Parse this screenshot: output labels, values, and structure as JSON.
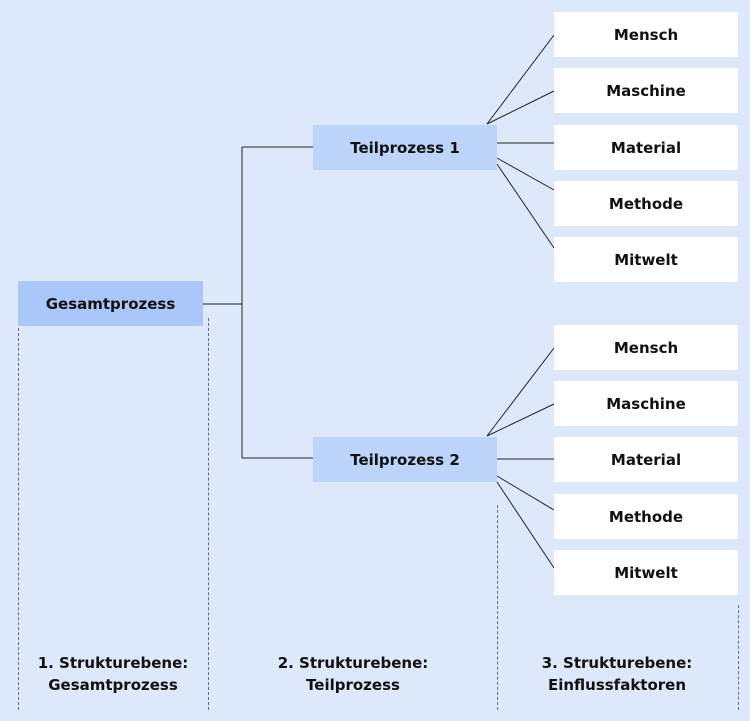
{
  "root": {
    "label": "Gesamtprozess"
  },
  "subprocesses": [
    {
      "label": "Teilprozess 1",
      "factors": [
        "Mensch",
        "Maschine",
        "Material",
        "Methode",
        "Mitwelt"
      ]
    },
    {
      "label": "Teilprozess 2",
      "factors": [
        "Mensch",
        "Maschine",
        "Material",
        "Methode",
        "Mitwelt"
      ]
    }
  ],
  "levels": [
    {
      "line1": "1. Strukturebene:",
      "line2": "Gesamtprozess"
    },
    {
      "line1": "2. Strukturebene:",
      "line2": "Teilprozess"
    },
    {
      "line1": "3. Strukturebene:",
      "line2": "Einflussfaktoren"
    }
  ]
}
